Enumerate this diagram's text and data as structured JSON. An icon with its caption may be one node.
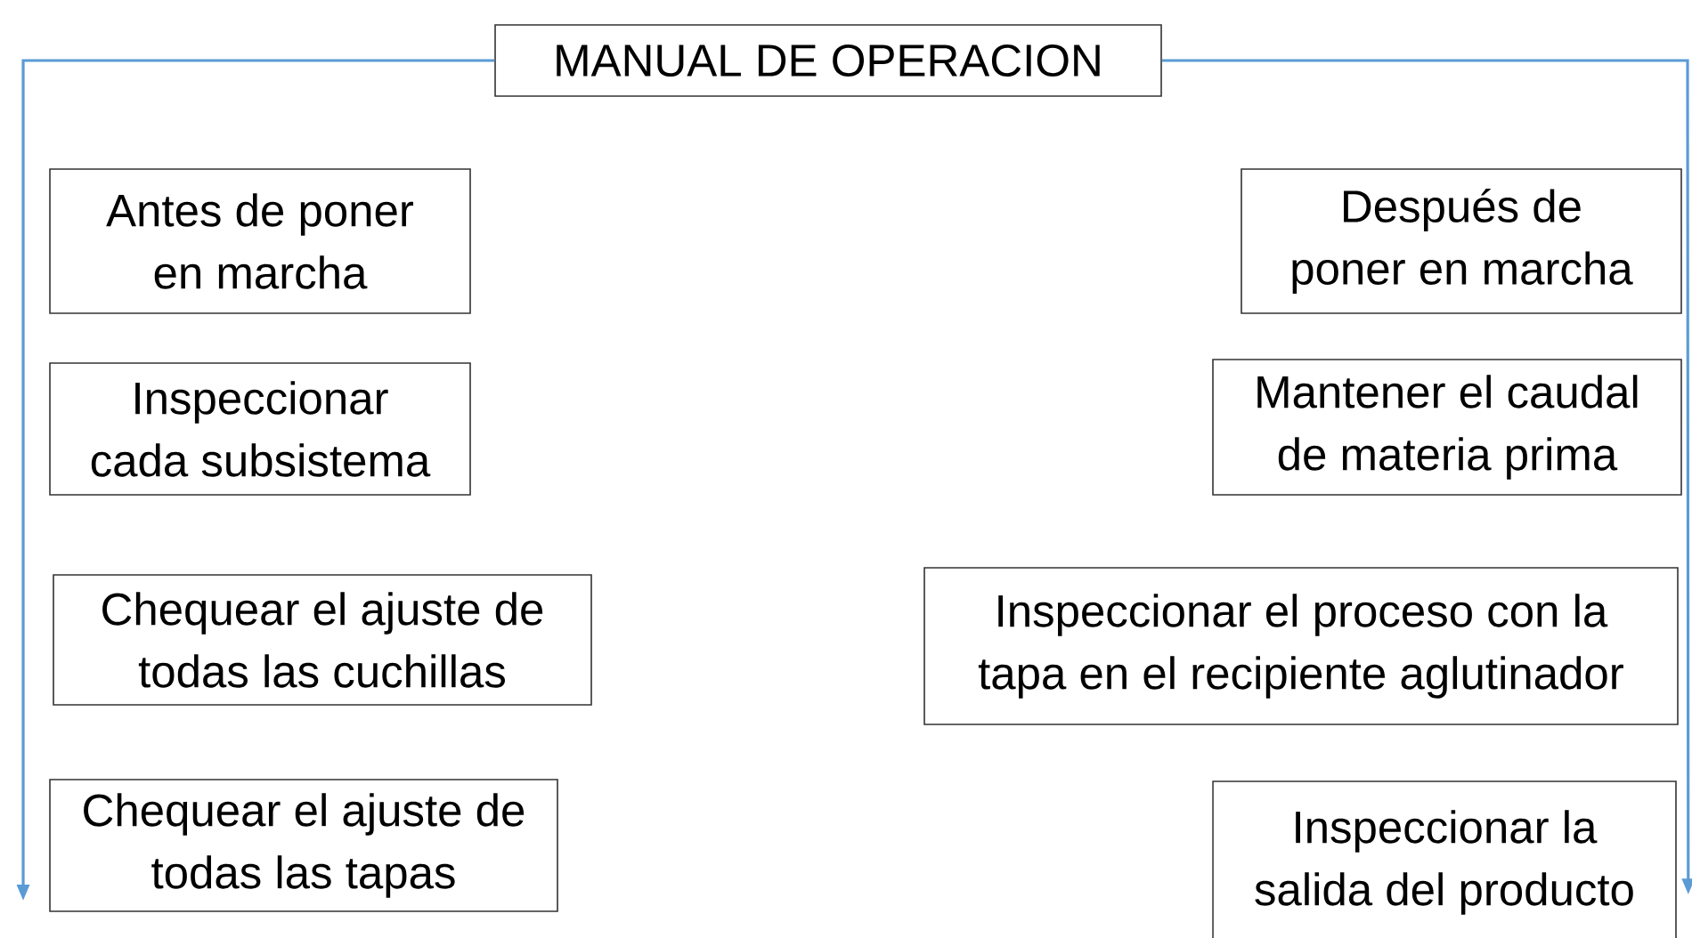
{
  "diagram": {
    "nodes": [
      {
        "text": [
          "MANUAL DE OPERACION"
        ]
      },
      {
        "text": [
          "Antes de poner en marcha"
        ]
      },
      {
        "text": [
          "Después de poner en marcha"
        ]
      },
      {
        "text": [
          "Inspeccionar cada subsistema"
        ]
      },
      {
        "text": [
          "Mantener el caudal de materia prima"
        ]
      },
      {
        "text": [
          "Chequear el ajuste de todas las cuchillas"
        ]
      },
      {
        "text": [
          "Inspeccionar el proceso con la tapa en el recipiente aglutinador"
        ]
      },
      {
        "text": [
          "Chequear el ajuste de todas las tapas"
        ]
      },
      {
        "text": [
          "Inspeccionar la salida del producto"
        ]
      }
    ],
    "edges": [
      {
        "from": 0,
        "to": null,
        "arrow": "to"
      },
      {
        "from": 0,
        "to": 8,
        "arrow": "to"
      }
    ]
  }
}
